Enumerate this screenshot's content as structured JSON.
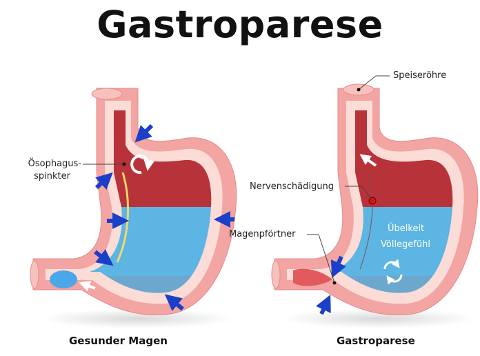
{
  "title": "Gastroparese",
  "labels": {
    "sphincter_line1": "Ösophagus-",
    "sphincter_line2": "spinkter",
    "esophagus": "Speiseröhre",
    "nerve_damage": "Nervenschädigung",
    "pylorus": "Magenpförtner",
    "nausea": "Übelkeit",
    "fullness": "Völlegefühl"
  },
  "captions": {
    "healthy": "Gesunder Magen",
    "gastroparesis": "Gastroparese"
  },
  "colors": {
    "wall": "#f2a5a2",
    "inner": "#fbdcd6",
    "cavity_red": "#b8323a",
    "fluid_blue": "#5cb5e2",
    "arrow_blue": "#1b3fc8"
  }
}
